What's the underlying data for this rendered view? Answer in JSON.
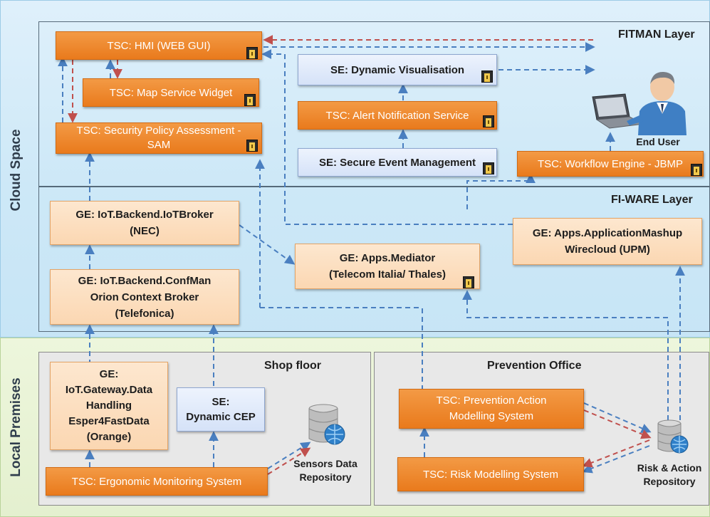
{
  "zones": {
    "cloud_label": "Cloud Space",
    "local_label": "Local Premises"
  },
  "layers": {
    "fitman_title": "FITMAN Layer",
    "fiware_title": "FI-WARE Layer"
  },
  "panels": {
    "shop_floor_title": "Shop floor",
    "prevention_office_title": "Prevention Office"
  },
  "fitman_components": {
    "hmi": "TSC: HMI (WEB GUI)",
    "map_widget": "TSC: Map Service Widget",
    "sam_line1": "TSC: Security Policy Assessment -",
    "sam_line2": "SAM",
    "dynamic_vis": "SE: Dynamic Visualisation",
    "alert_notification": "TSC: Alert Notification Service",
    "secure_event": "SE: Secure Event Management",
    "workflow_engine": "TSC: Workflow Engine - JBMP"
  },
  "fiware_components": {
    "iot_broker_line1": "GE: IoT.Backend.IoTBroker",
    "iot_broker_line2": "(NEC)",
    "confman_line1": "GE: IoT.Backend.ConfMan",
    "confman_line2": "Orion Context Broker",
    "confman_line3": "(Telefonica)",
    "apps_mediator_line1": "GE: Apps.Mediator",
    "apps_mediator_line2": "(Telecom Italia/ Thales)",
    "mashup_line1": "GE: Apps.ApplicationMashup",
    "mashup_line2": "Wirecloud (UPM)"
  },
  "local_components": {
    "gateway_line1": "GE:",
    "gateway_line2": "IoT.Gateway.Data",
    "gateway_line3": "Handling",
    "gateway_line4": "Esper4FastData",
    "gateway_line5": "(Orange)",
    "dynamic_cep_line1": "SE:",
    "dynamic_cep_line2": "Dynamic CEP",
    "ergonomic": "TSC: Ergonomic Monitoring System",
    "sensors_repo_line1": "Sensors Data",
    "sensors_repo_line2": "Repository",
    "prevention_action_line1": "TSC: Prevention Action",
    "prevention_action_line2": "Modelling System",
    "risk_modelling": "TSC: Risk Modelling System",
    "risk_repo_line1": "Risk & Action",
    "risk_repo_line2": "Repository"
  },
  "actors": {
    "end_user": "End User"
  },
  "colors": {
    "tsc_orange": "#e97a1c",
    "ge_light_orange": "#fbd7b2",
    "se_blue": "#d5e2f8",
    "blue_arrow": "#4a7fc0",
    "red_arrow": "#c0504d",
    "cloud_bg": "#cde8f7",
    "local_bg": "#e4f0cf"
  }
}
